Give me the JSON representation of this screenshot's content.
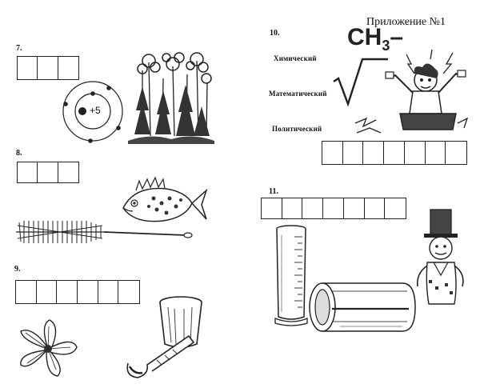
{
  "appendix_title": "Приложение №1",
  "questions": [
    {
      "number": "7.",
      "cells": 3
    },
    {
      "number": "8.",
      "cells": 3
    },
    {
      "number": "9.",
      "cells": 6
    },
    {
      "number": "10.",
      "cells": 7
    },
    {
      "number": "11.",
      "cells": 7
    }
  ],
  "atom_charge": "+5",
  "formula": {
    "base": "CH",
    "subscript": "3"
  },
  "q10_labels": {
    "chemical": "Химический",
    "mathematical": "Математический",
    "political": "Политический"
  },
  "icons": [
    "atom-icon",
    "forest-icon",
    "fish-icon",
    "brush-icon",
    "flower-icon",
    "mortar-pestle-icon",
    "square-root-icon",
    "angry-man-icon",
    "measuring-cylinder-icon",
    "tube-icon",
    "top-hat-man-icon"
  ]
}
